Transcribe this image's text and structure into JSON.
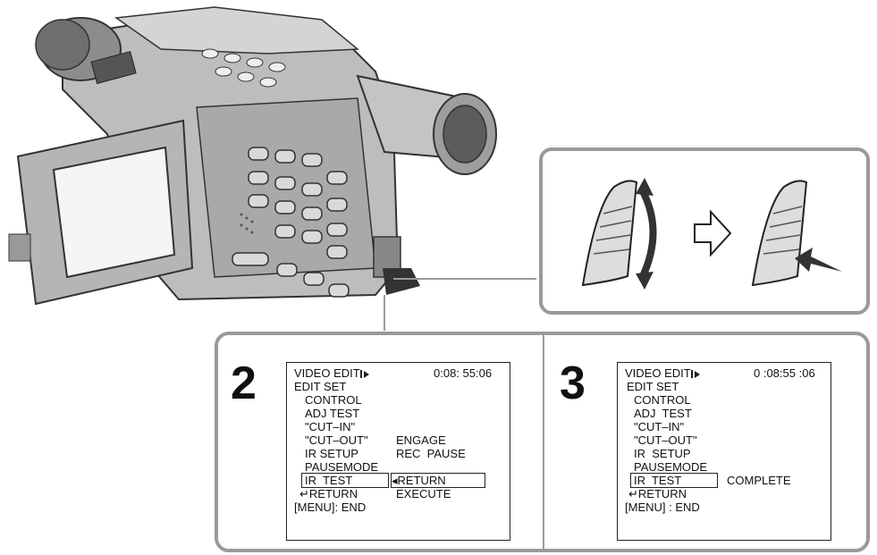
{
  "step2": {
    "number": "2",
    "title": "VIDEO EDIT",
    "time": "0:08: 55:06",
    "items": [
      "EDIT SET",
      "CONTROL",
      "ADJ TEST",
      "\"CUT–IN\"",
      "\"CUT–OUT\"",
      "IR SETUP",
      "PAUSEMODE",
      "IR  TEST",
      "RETURN"
    ],
    "options": [
      "ENGAGE",
      "REC  PAUSE",
      "RETURN",
      "EXECUTE"
    ],
    "menu_key": "MENU",
    "menu_end": ": END"
  },
  "step3": {
    "number": "3",
    "title": "VIDEO EDIT",
    "time": "0 :08:55 :06",
    "items": [
      "EDIT SET",
      "CONTROL",
      "ADJ  TEST",
      "\"CUT–IN\"",
      "\"CUT–OUT\"",
      "IR  SETUP",
      "PAUSEMODE",
      "IR  TEST",
      "RETURN"
    ],
    "status": "COMPLETE",
    "menu_key": "MENU",
    "menu_end": " : END"
  },
  "icons": {
    "camcorder": "camcorder-illustration",
    "dial": "jog-dial-icon",
    "arrow": "outline-arrow-right-icon",
    "return_arrow": "return-arrow-icon"
  }
}
